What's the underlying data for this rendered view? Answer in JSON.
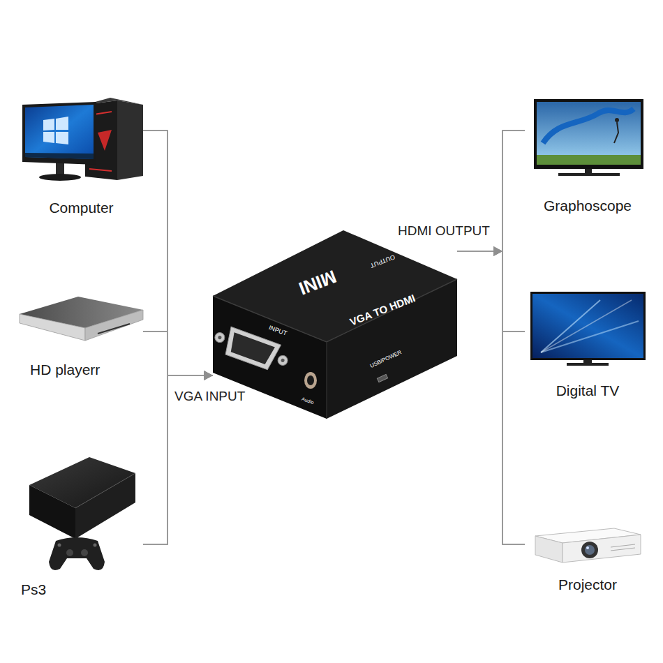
{
  "diagram": {
    "nodes": [
      {
        "text": [
          "Computer"
        ]
      },
      {
        "text": [
          "HD playerr"
        ]
      },
      {
        "text": [
          "Ps3"
        ]
      },
      {
        "text": [
          "MINI",
          "VGA TO HDMI",
          "INPUT",
          "OUTPUT",
          "USB/POWER",
          "Audio"
        ]
      },
      {
        "text": [
          "Graphoscope"
        ]
      },
      {
        "text": [
          "Digital TV"
        ]
      },
      {
        "text": [
          "Projector"
        ]
      }
    ],
    "edges": [
      {
        "from": 0,
        "to": 3,
        "arrow": "to"
      },
      {
        "from": 1,
        "to": 3,
        "label": "VGA INPUT",
        "arrow": "to"
      },
      {
        "from": 2,
        "to": 3,
        "arrow": "to"
      },
      {
        "from": 3,
        "to": 4,
        "arrow": "to"
      },
      {
        "from": 3,
        "to": 5,
        "label": "HDMI OUTPUT",
        "arrow": "to"
      },
      {
        "from": 3,
        "to": 6,
        "arrow": "to"
      }
    ]
  }
}
